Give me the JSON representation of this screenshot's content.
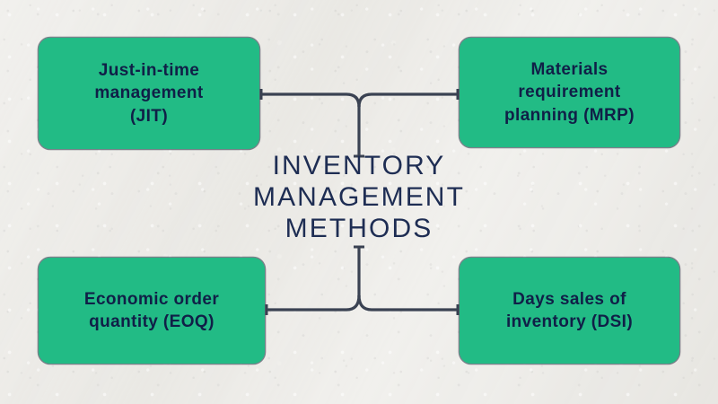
{
  "diagram": {
    "title": "INVENTORY\nMANAGEMENT\nMETHODS",
    "background_color": "#f1f0ed",
    "node_fill_color": "#22bb85",
    "node_text_color": "#101f47",
    "title_text_color": "#1e2d53",
    "connector_color": "#3a4252",
    "nodes": [
      {
        "id": "jit",
        "label": "Just-in-time\nmanagement\n(JIT)",
        "position": "top-left"
      },
      {
        "id": "mrp",
        "label": "Materials\nrequirement\nplanning (MRP)",
        "position": "top-right"
      },
      {
        "id": "eoq",
        "label": "Economic order\nquantity (EOQ)",
        "position": "bottom-left"
      },
      {
        "id": "dsi",
        "label": "Days sales of\ninventory (DSI)",
        "position": "bottom-right"
      }
    ],
    "connectors": [
      {
        "id": "top-branch",
        "from": "center",
        "to": [
          "jit",
          "mrp"
        ]
      },
      {
        "id": "bottom-branch",
        "from": "center",
        "to": [
          "eoq",
          "dsi"
        ]
      }
    ]
  }
}
